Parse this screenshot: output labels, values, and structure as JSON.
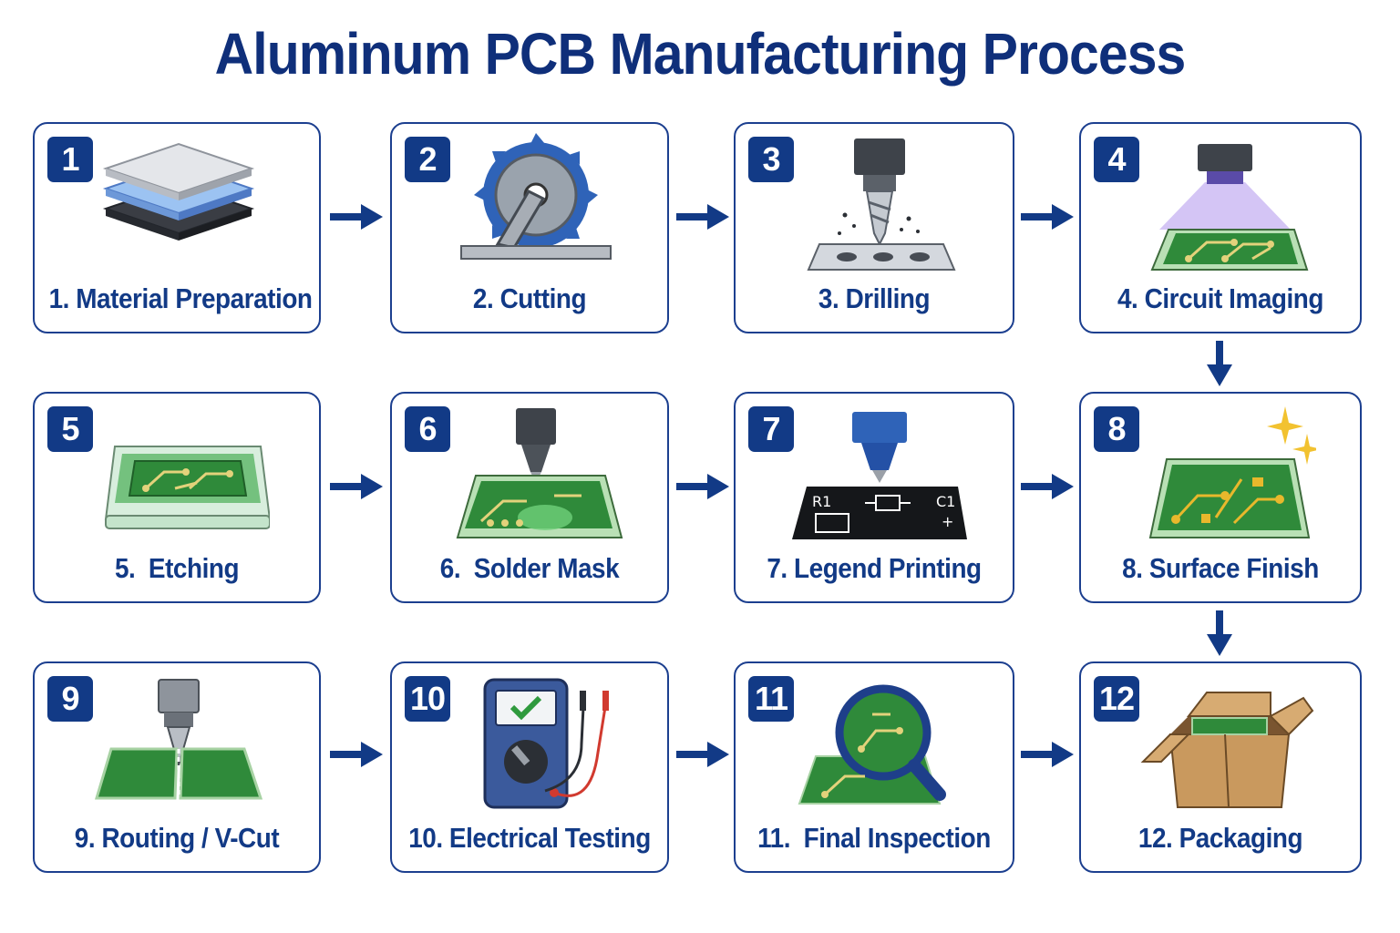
{
  "title": "Aluminum PCB Manufacturing Process",
  "steps": [
    {
      "number": "1",
      "label": "1. Material Preparation",
      "icon": "material-layers-icon"
    },
    {
      "number": "2",
      "label": "2. Cutting",
      "icon": "saw-blade-icon"
    },
    {
      "number": "3",
      "label": "3. Drilling",
      "icon": "drill-icon"
    },
    {
      "number": "4",
      "label": "4. Circuit Imaging",
      "icon": "uv-exposure-icon"
    },
    {
      "number": "5",
      "label": "5.  Etching",
      "icon": "etching-tank-icon"
    },
    {
      "number": "6",
      "label": "6.  Solder Mask",
      "icon": "solder-mask-nozzle-icon"
    },
    {
      "number": "7",
      "label": "7. Legend Printing",
      "icon": "legend-printer-icon"
    },
    {
      "number": "8",
      "label": "8. Surface Finish",
      "icon": "shiny-board-icon"
    },
    {
      "number": "9",
      "label": "9. Routing / V-Cut",
      "icon": "v-cut-router-icon"
    },
    {
      "number": "10",
      "label": "10. Electrical Testing",
      "icon": "multimeter-icon"
    },
    {
      "number": "11",
      "label": "11.  Final Inspection",
      "icon": "magnifier-icon"
    },
    {
      "number": "12",
      "label": "12. Packaging",
      "icon": "box-icon"
    }
  ],
  "legend_text": {
    "r1": "R1",
    "c1": "C1",
    "plus": "+"
  },
  "colors": {
    "primary": "#123a86",
    "board": "#2f8a3a",
    "trace": "#d7c46a",
    "arrow": "#123a86"
  }
}
